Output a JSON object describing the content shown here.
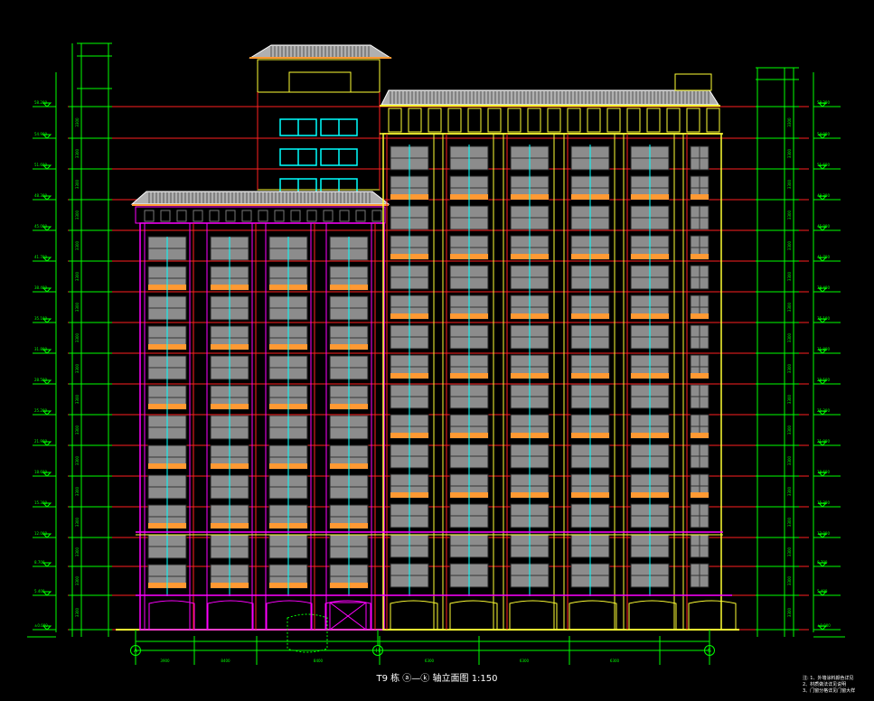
{
  "drawing": {
    "title": "T9 栋 ⓐ—ⓚ 轴立面图",
    "scale": "1:150",
    "grid_axes": [
      "A",
      "H",
      "S"
    ],
    "notes": [
      "注: 1、外墙涂料颜色详见",
      "2、材质做法详见说明",
      "3、门窗分格详见门窗大样"
    ]
  },
  "colors": {
    "background": "#000000",
    "dimension_lines": "#00ff00",
    "level_lines": "#ff2020",
    "magenta_outline": "#ff00ff",
    "yellow_outline": "#ffff33",
    "cyan_windows": "#00ffff",
    "orange_rails": "#ff9933",
    "glass_fill": "#8c8c8c",
    "roof_tiles": "#b0b0b0"
  },
  "elevation_labels": {
    "floor_count": 17,
    "left_marks": [
      "58.200",
      "54.900",
      "51.600",
      "48.300",
      "45.000",
      "41.700",
      "38.400",
      "35.100",
      "31.800",
      "28.500",
      "25.200",
      "21.900",
      "18.600",
      "15.300",
      "12.000",
      "8.700",
      "5.400",
      "±0.000"
    ],
    "right_marks": [
      "58.200",
      "54.900",
      "51.600",
      "48.300",
      "45.000",
      "41.700",
      "38.400",
      "35.100",
      "31.800",
      "28.500",
      "25.200",
      "21.900",
      "18.600",
      "15.300",
      "12.000",
      "8.700",
      "5.400",
      "±0.000"
    ],
    "bottom_dims": [
      "3900",
      "8400",
      "8400",
      "6300",
      "6300",
      "6300"
    ]
  }
}
